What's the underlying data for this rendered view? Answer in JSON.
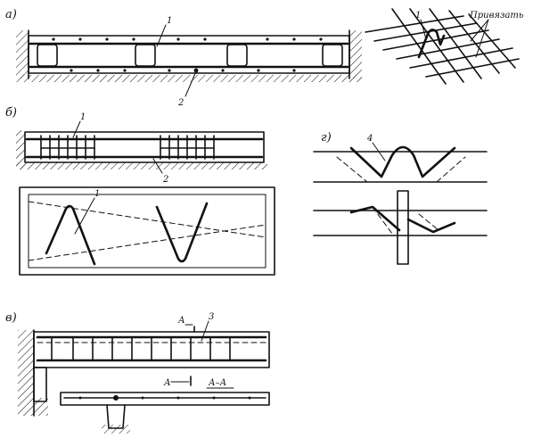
{
  "figure": {
    "panel_labels": {
      "a": "а)",
      "b": "б)",
      "v": "в)",
      "g": "г)"
    },
    "callouts": {
      "a_1": "1",
      "a_2": "2",
      "mesh_1": "1",
      "mesh_tie": "Привязать",
      "b_1": "1",
      "b_2": "2",
      "b_plan_1": "1",
      "g_4": "4",
      "v_3": "3",
      "v_section_top": "А",
      "v_section_bottom": "А",
      "v_section_name": "А–А"
    }
  }
}
